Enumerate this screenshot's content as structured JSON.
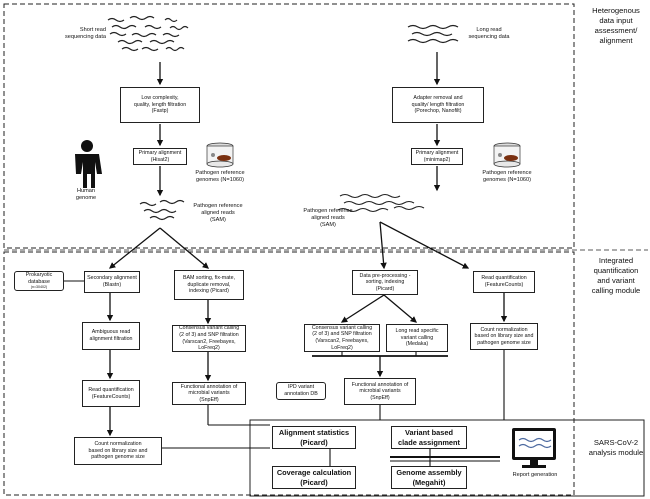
{
  "modules": {
    "input": "Heterogenous\ndata input\nassessment/\nalignment",
    "integrated": "Integrated\nquantification\nand variant\ncalling module",
    "sars": "SARS-CoV-2\nanalysis module"
  },
  "short": {
    "source": "Short read\nsequencing data",
    "filter": "Low complexity,\nquality, length filtration\n(Fastp)",
    "align": "Primary alignment\n(Hisat2)",
    "human": "Human\ngenome",
    "pathogen_ref": "Pathogen reference\ngenomes (N=1060)",
    "aligned": "Pathogen reference\naligned reads\n(SAM)"
  },
  "long": {
    "source": "Long read\nsequencing data",
    "filter": "Adapter removal and\nquality/ length filtration\n(Porechop, Nanofilt)",
    "align": "Primary alignment\n(minimap2)",
    "pathogen_ref": "Pathogen reference\ngenomes (N=1060)",
    "aligned": "Pathogen reference\naligned reads\n(SAM)"
  },
  "integrated": {
    "prok_db": "Prokaryotic database",
    "prok_db_n": "(n=30402)",
    "secondary": "Secondary alignment\n(Blastn)",
    "bam": "BAM sorting, fix-mate,\nduplicate removal,\nindexing (Picard)",
    "preproc": "Data pre-processing -\nsorting, indexing\n(Picard)",
    "readquant_long": "Read quantification\n(FeatureCounts)",
    "ambig": "Ambiguous read\nalignment filtration",
    "consensus1": "Consensus variant calling\n(2 of 3) and SNP filtration\n(Varscan2, Freebayes, LoFreq2)",
    "consensus2": "Consensus variant calling\n(2 of 3) and SNP filtration\n(Varscan2, Freebayes, LoFreq2)",
    "longvar": "Long read specific\nvariant calling\n(Medaka)",
    "countnorm_long": "Count normalization\nbased on library size and\npathogen genome size",
    "readquant_short": "Read quantification\n(FeatureCounts)",
    "func1": "Functional annotation of\nmicrobial variants\n(SnpEff)",
    "ipd": "IPD variant\nannotation DB",
    "func2": "Functional annotation of\nmicrobial variants\n(SnpEff)",
    "countnorm_short": "Count normalization\nbased on library size and\npathogen genome size"
  },
  "sars": {
    "alignment_stats": "Alignment statistics\n(Picard)",
    "clade": "Variant based\nclade assignment",
    "coverage": "Coverage calculation\n(Picard)",
    "assembly": "Genome assembly\n(Megahit)",
    "report": "Report generation"
  }
}
